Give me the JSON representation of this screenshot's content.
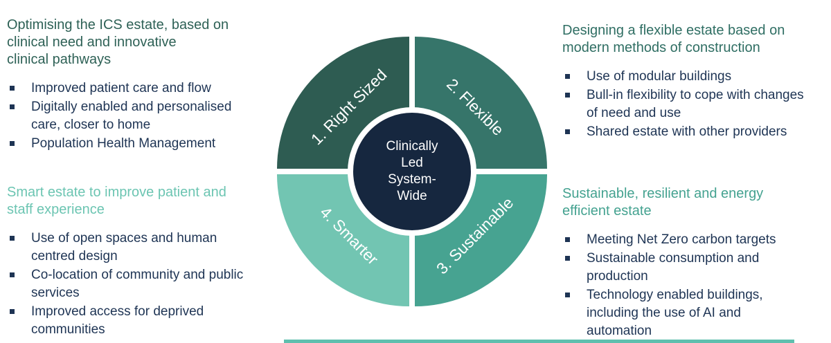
{
  "diagram": {
    "center_lines": [
      "Clinically",
      "Led",
      "System-",
      "Wide"
    ],
    "center_color": "#16273F",
    "segments": [
      {
        "label": "1. Right Sized",
        "color": "#2E5C52"
      },
      {
        "label": "2. Flexible",
        "color": "#36756A"
      },
      {
        "label": "3. Sustainable",
        "color": "#47A391"
      },
      {
        "label": "4. Smarter",
        "color": "#72C5B2"
      }
    ]
  },
  "blocks": [
    {
      "id": "right-sized",
      "heading_color": "#2E6156",
      "heading_lines": [
        "Optimising the ICS estate, based on",
        "clinical need and innovative",
        "clinical pathways"
      ],
      "bullets": [
        "Improved patient care and flow",
        "Digitally enabled and personalised care, closer to home",
        "Population Health Management"
      ]
    },
    {
      "id": "flexible",
      "heading_color": "#2F6E63",
      "heading_lines": [
        "Designing a flexible estate based on",
        "modern methods of construction"
      ],
      "bullets": [
        "Use of modular buildings",
        "Bull-in flexibility to cope with changes of need and use",
        "Shared estate with other providers"
      ]
    },
    {
      "id": "smarter",
      "heading_color": "#6CC5B2",
      "heading_lines": [
        "Smart estate to improve patient and",
        "staff experience"
      ],
      "bullets": [
        "Use of open spaces and human centred design",
        "Co-location of community and public services",
        "Improved access for deprived communities"
      ]
    },
    {
      "id": "sustainable",
      "heading_color": "#44A290",
      "heading_lines": [
        "Sustainable, resilient and energy",
        "efficient estate"
      ],
      "bullets": [
        "Meeting Net Zero carbon targets",
        "Sustainable consumption and production",
        "Technology enabled buildings, including the use of AI and automation"
      ]
    }
  ],
  "colors": {
    "background": "#FFFFFF",
    "bullet_text": "#1E3454",
    "accent_bar": "#5FBFAE",
    "hub_ring": "#FFFFFF"
  }
}
